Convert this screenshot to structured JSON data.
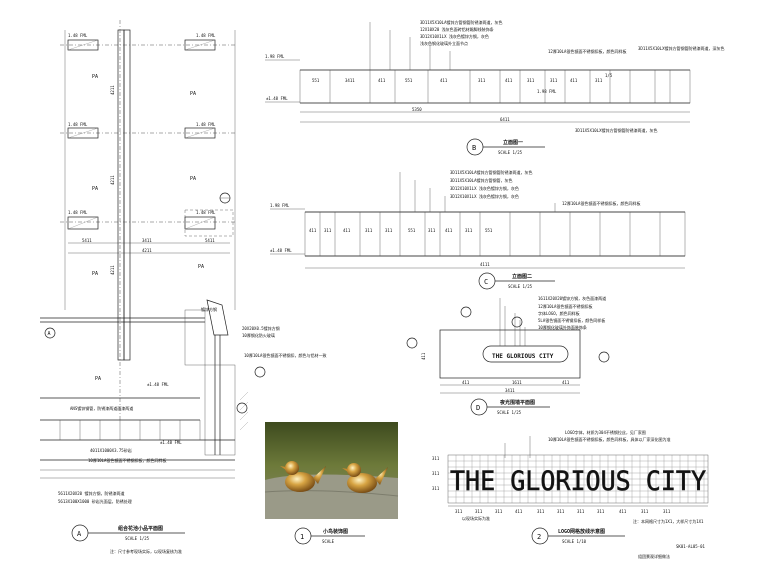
{
  "plan": {
    "elevation_tags": [
      "1.48 FML",
      "1.48 FML",
      "1.48 FML",
      "1.48 FML",
      "1.48 FML",
      "1.48 FML"
    ],
    "zone_label": "PA",
    "dims_row": [
      "5411",
      "3411",
      "5411"
    ],
    "dim_total": "4211",
    "vertical_dims": [
      "4211",
      "4211",
      "4211"
    ],
    "notes": [
      "镀锌方钢",
      "20X20X0.5镀锌方钢",
      "10厚钢化防火玻璃",
      "10厚10LA银色镜面不锈钢扣，颜色与铝材一致",
      "ANS镀锌钢管，防锈漆两道面漆两道",
      "4011X1000X3.75砂岩",
      "10厚10LA银色镜面不锈钢扣板，颜色同样板",
      "5611X20X20 镀锌方钢，防锈漆两道",
      "5613X100X1000 砂岩光面层，防锈处理"
    ],
    "elev_marks": [
      "±1.48 FML",
      "±1.48 FML"
    ],
    "title": "组合花池小品平面图",
    "scale": "SCALE     1/25",
    "footnote": "注：尺寸参考现场实际，以现场复核为准",
    "callout_letter": "A"
  },
  "elev_b": {
    "notes": [
      "3D11X5X10LA镀锌方管钢管防锈漆两道，灰色",
      "12X10X20 浅灰色面砖铝材踢脚线装饰条",
      "3D12X10X1LX 浅灰色镀锌方钢，灰色",
      "浅灰色钢化玻璃外立面节点",
      "12厚10LA银色镜面不锈钢扣板，颜色同样板",
      "3D11X5X10LX镀锌方管钢管防锈漆两道，深灰色",
      "1/5",
      "3D11X5X10LX镀锌方管钢管防锈漆两道，灰色"
    ],
    "elev_marks": [
      "1.98 FML",
      "±1.48 FML",
      "1.98 FML"
    ],
    "dims": [
      "551",
      "3411",
      "411",
      "551",
      "411",
      "311",
      "411",
      "311",
      "311",
      "411",
      "311"
    ],
    "dim_sub": "5350",
    "dim_total": "6411",
    "label": "B",
    "title": "立面图一",
    "scale": "SCALE     1/25"
  },
  "elev_c": {
    "notes": [
      "3D11X5X10LA镀锌方管钢管防锈漆两道，灰色",
      "3D11X5X10LA镀锌方管钢管，灰色",
      "3D12X10X1LX 浅灰色镀锌方钢，灰色",
      "3D12X10X1LX 浅灰色镀锌方钢，灰色",
      "12厚10LA银色镜面不锈钢扣板，颜色同样板"
    ],
    "elev_marks": [
      "1.98 FML",
      "±1.48 FML"
    ],
    "dims": [
      "411",
      "311",
      "411",
      "311",
      "311",
      "551",
      "311",
      "411",
      "311",
      "551"
    ],
    "dim_total": "4111",
    "label": "C",
    "title": "立面图二",
    "scale": "SCALE     1/25"
  },
  "detail_d": {
    "notes": [
      "1611X20X20镀锌方钢，灰色面漆两道",
      "12厚10LA银色镜面不锈钢扣板",
      "字体LOGO，颜色同样板",
      "5LA银色镜面不锈钢扣板，颜色同样板",
      "10厚钢化玻璃外饰面装饰条"
    ],
    "sign_text": "THE GLORIOUS CITY",
    "dims": [
      "411",
      "1611",
      "411"
    ],
    "dim_total": "3411",
    "side_dim": "411",
    "label": "D",
    "title": "夜光围墙平面图",
    "scale": "SCALE     1/25"
  },
  "photo": {
    "label": "1",
    "title": "小鸟装饰图",
    "scale": "SCALE"
  },
  "logo": {
    "notes": [
      "LOGO字体，材质为304不锈钢拉丝，见厂家图",
      "10厚10LA银色镜面不锈钢扣板，颜色同样板，具体以厂家深化图为准"
    ],
    "text": "THE GLORIOUS CITY",
    "row_labels": [
      "311",
      "311",
      "311"
    ],
    "dims": [
      "311",
      "311",
      "311",
      "411",
      "311",
      "311",
      "311",
      "311",
      "411",
      "311",
      "311"
    ],
    "side_note": "以现场实际为准",
    "label": "2",
    "title": "LOGO网格放线示意图",
    "scale": "SCALE     1/10",
    "footnote": "注：本网格尺寸为1X1，大样尺寸为1X1"
  },
  "sheet_ref": "SK01-AL05-01",
  "sheet_note": "组团景观详细做法"
}
